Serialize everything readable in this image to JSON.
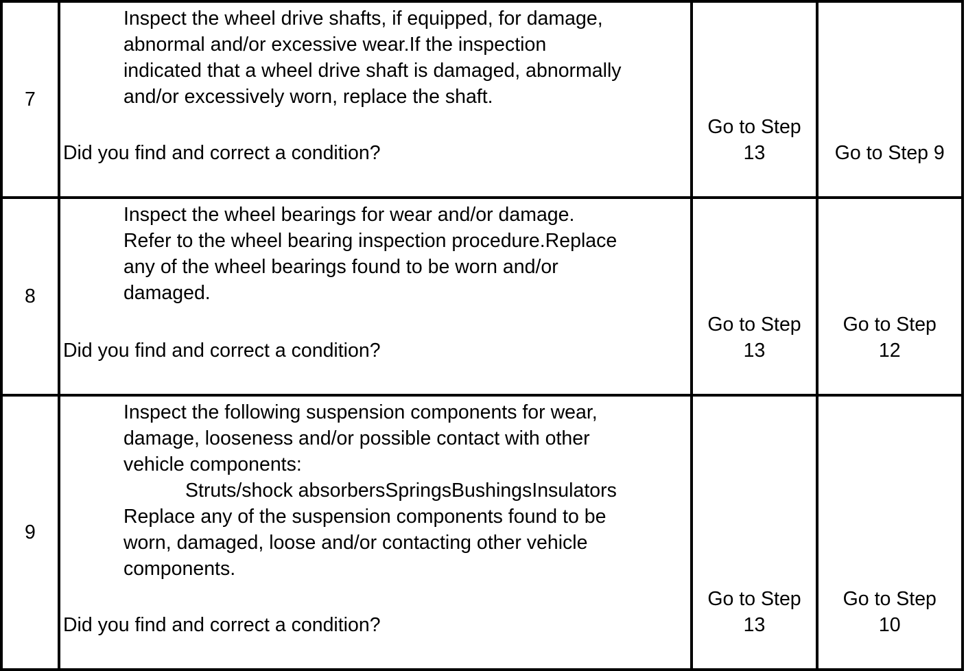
{
  "rows": [
    {
      "step": "7",
      "action_lines": [
        "Inspect the wheel drive shafts, if equipped, for damage,",
        "abnormal and/or excessive wear.If the inspection",
        "indicated that a wheel drive shaft is damaged, abnormally",
        "and/or excessively worn, replace the shaft."
      ],
      "question": "Did you find and correct a condition?",
      "yes_lines": [
        "Go to Step",
        "13"
      ],
      "no_lines": [
        "Go to Step 9"
      ]
    },
    {
      "step": "8",
      "action_lines": [
        "Inspect the wheel bearings for wear and/or damage.",
        "Refer to the wheel bearing inspection procedure.Replace",
        "any of the wheel bearings found to be worn and/or",
        "damaged."
      ],
      "question": "Did you find and correct a condition?",
      "yes_lines": [
        "Go to Step",
        "13"
      ],
      "no_lines": [
        "Go to Step",
        "12"
      ]
    },
    {
      "step": "9",
      "action_lines": [
        "Inspect the following suspension components for wear,",
        "damage, looseness and/or possible contact with other",
        "vehicle components:"
      ],
      "sub_item": "Struts/shock absorbersSpringsBushingsInsulators",
      "action_lines_after": [
        "Replace any of the suspension components found to be",
        "worn, damaged, loose and/or contacting other vehicle",
        "components."
      ],
      "question": "Did you find and correct a condition?",
      "yes_lines": [
        "Go to Step",
        "13"
      ],
      "no_lines": [
        "Go to Step",
        "10"
      ]
    }
  ]
}
